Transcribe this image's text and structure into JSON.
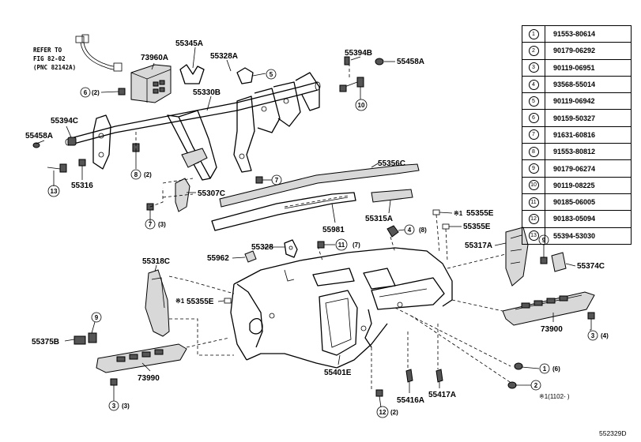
{
  "diagram_id": "552329D",
  "footnote": "※1(1102-      )",
  "refer_note": [
    "REFER TO",
    "FIG 82-02",
    "(PNC 82142A)"
  ],
  "legend": [
    {
      "no": "1",
      "part": "91553-80614"
    },
    {
      "no": "2",
      "part": "90179-06292"
    },
    {
      "no": "3",
      "part": "90119-06951"
    },
    {
      "no": "4",
      "part": "93568-55014"
    },
    {
      "no": "5",
      "part": "90119-06942"
    },
    {
      "no": "6",
      "part": "90159-50327"
    },
    {
      "no": "7",
      "part": "91631-60816"
    },
    {
      "no": "8",
      "part": "91553-80812"
    },
    {
      "no": "9",
      "part": "90179-06274"
    },
    {
      "no": "10",
      "part": "90119-08225"
    },
    {
      "no": "11",
      "part": "90185-06005"
    },
    {
      "no": "12",
      "part": "90183-05094"
    },
    {
      "no": "13",
      "part": "55394-53030"
    }
  ],
  "part_labels": {
    "p55345A": "55345A",
    "p73960A": "73960A",
    "p55328A": "55328A",
    "p55394B": "55394B",
    "p55458A_r": "55458A",
    "p55330B": "55330B",
    "p55394C": "55394C",
    "p55458A_l": "55458A",
    "p55316": "55316",
    "p55356C": "55356C",
    "p55307C": "55307C",
    "p55981": "55981",
    "p55315A": "55315A",
    "p55355E_t1": "55355E",
    "p55355E_t2": "55355E",
    "p55328": "55328",
    "p55962": "55962",
    "p55317A": "55317A",
    "p55374C": "55374C",
    "p55318C": "55318C",
    "p55355E_m": "55355E",
    "p73900": "73900",
    "p55375B": "55375B",
    "p73990": "73990",
    "p55401E": "55401E",
    "p55416A": "55416A",
    "p55417A": "55417A"
  },
  "callouts": {
    "c6_73960": {
      "num": "6",
      "qty": "(2)"
    },
    "c5_upper": {
      "num": "5",
      "qty": ""
    },
    "c10": {
      "num": "10",
      "qty": ""
    },
    "c8": {
      "num": "8",
      "qty": "(2)"
    },
    "c7_upper": {
      "num": "7",
      "qty": ""
    },
    "c7_lower": {
      "num": "7",
      "qty": "(3)"
    },
    "c13": {
      "num": "13",
      "qty": ""
    },
    "c4": {
      "num": "4",
      "qty": "(8)"
    },
    "c11": {
      "num": "11",
      "qty": "(7)"
    },
    "c9_right": {
      "num": "9",
      "qty": ""
    },
    "c9_left": {
      "num": "9",
      "qty": ""
    },
    "c3_right": {
      "num": "3",
      "qty": "(4)"
    },
    "c3_left": {
      "num": "3",
      "qty": "(3)"
    },
    "c1": {
      "num": "1",
      "qty": "(6)"
    },
    "c2": {
      "num": "2",
      "qty": ""
    },
    "c12": {
      "num": "12",
      "qty": "(2)"
    }
  },
  "marks": {
    "star1": "※1",
    "star2": "※1"
  }
}
